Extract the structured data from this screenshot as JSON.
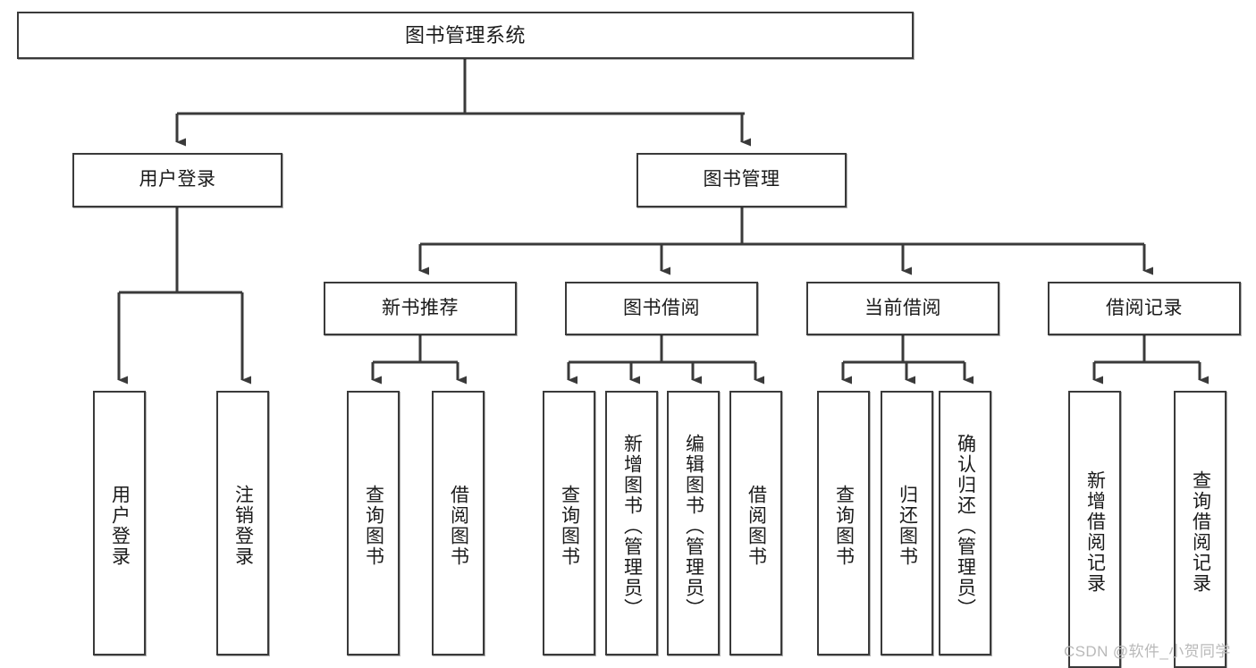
{
  "diagram": {
    "title": "图书管理系统",
    "type": "功能结构图",
    "root": {
      "id": "root",
      "label": "图书管理系统"
    },
    "level2": [
      {
        "id": "user-login",
        "label": "用户登录"
      },
      {
        "id": "book-management",
        "label": "图书管理"
      }
    ],
    "level3": [
      {
        "id": "new-book-recommend",
        "label": "新书推荐",
        "parent": "book-management"
      },
      {
        "id": "book-borrow",
        "label": "图书借阅",
        "parent": "book-management"
      },
      {
        "id": "current-borrow",
        "label": "当前借阅",
        "parent": "book-management"
      },
      {
        "id": "borrow-record",
        "label": "借阅记录",
        "parent": "book-management"
      }
    ],
    "leaves": [
      {
        "id": "leaf-user-login",
        "label": "用户登录",
        "parent": "user-login"
      },
      {
        "id": "leaf-logout",
        "label": "注销登录",
        "parent": "user-login"
      },
      {
        "id": "leaf-query-book-1",
        "label": "查询图书",
        "parent": "new-book-recommend"
      },
      {
        "id": "leaf-borrow-book-1",
        "label": "借阅图书",
        "parent": "new-book-recommend"
      },
      {
        "id": "leaf-query-book-2",
        "label": "查询图书",
        "parent": "book-borrow"
      },
      {
        "id": "leaf-add-book",
        "label": "新增图书（管理员）",
        "parent": "book-borrow"
      },
      {
        "id": "leaf-edit-book",
        "label": "编辑图书（管理员）",
        "parent": "book-borrow"
      },
      {
        "id": "leaf-borrow-book-2",
        "label": "借阅图书",
        "parent": "book-borrow"
      },
      {
        "id": "leaf-query-book-3",
        "label": "查询图书",
        "parent": "current-borrow"
      },
      {
        "id": "leaf-return-book",
        "label": "归还图书",
        "parent": "current-borrow"
      },
      {
        "id": "leaf-confirm-return",
        "label": "确认归还（管理员）",
        "parent": "current-borrow"
      },
      {
        "id": "leaf-add-record",
        "label": "新增借阅记录",
        "parent": "borrow-record"
      },
      {
        "id": "leaf-query-record",
        "label": "查询借阅记录",
        "parent": "borrow-record"
      }
    ],
    "watermark": "CSDN @软件_小贺同学",
    "colors": {
      "stroke": "#3a3a3a",
      "text": "#1a1a1a",
      "background": "#ffffff",
      "watermark": "#b9b9b9"
    }
  }
}
